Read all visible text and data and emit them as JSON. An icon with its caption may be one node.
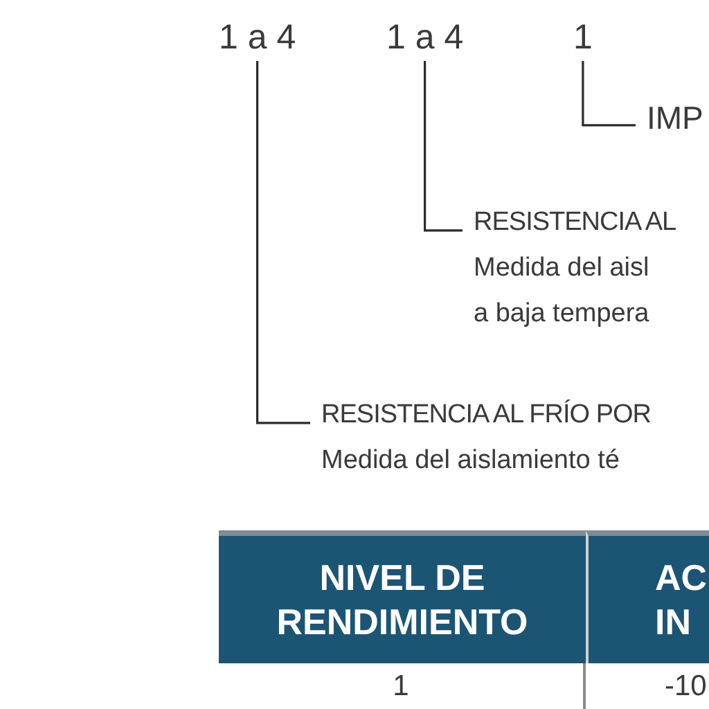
{
  "diagram": {
    "nodes": [
      {
        "text": [
          "1 a 4"
        ]
      },
      {
        "text": [
          "1 a 4"
        ]
      },
      {
        "text": [
          "1"
        ]
      },
      {
        "text": [
          "IMP"
        ]
      },
      {
        "text": [
          "RESISTENCIA AL",
          "Medida del aisl a baja tempera"
        ]
      },
      {
        "text": [
          "RESISTENCIA AL FRÍO POR",
          "Medida del aislamiento té"
        ]
      }
    ],
    "edges": [
      {
        "from": 0,
        "to": 5,
        "arrow": "none"
      },
      {
        "from": 1,
        "to": 4,
        "arrow": "none"
      },
      {
        "from": 2,
        "to": 3,
        "arrow": "none"
      }
    ],
    "labels": [
      "NIVEL DE RENDIMIENTO",
      "AC IN",
      "1",
      "-10"
    ]
  }
}
